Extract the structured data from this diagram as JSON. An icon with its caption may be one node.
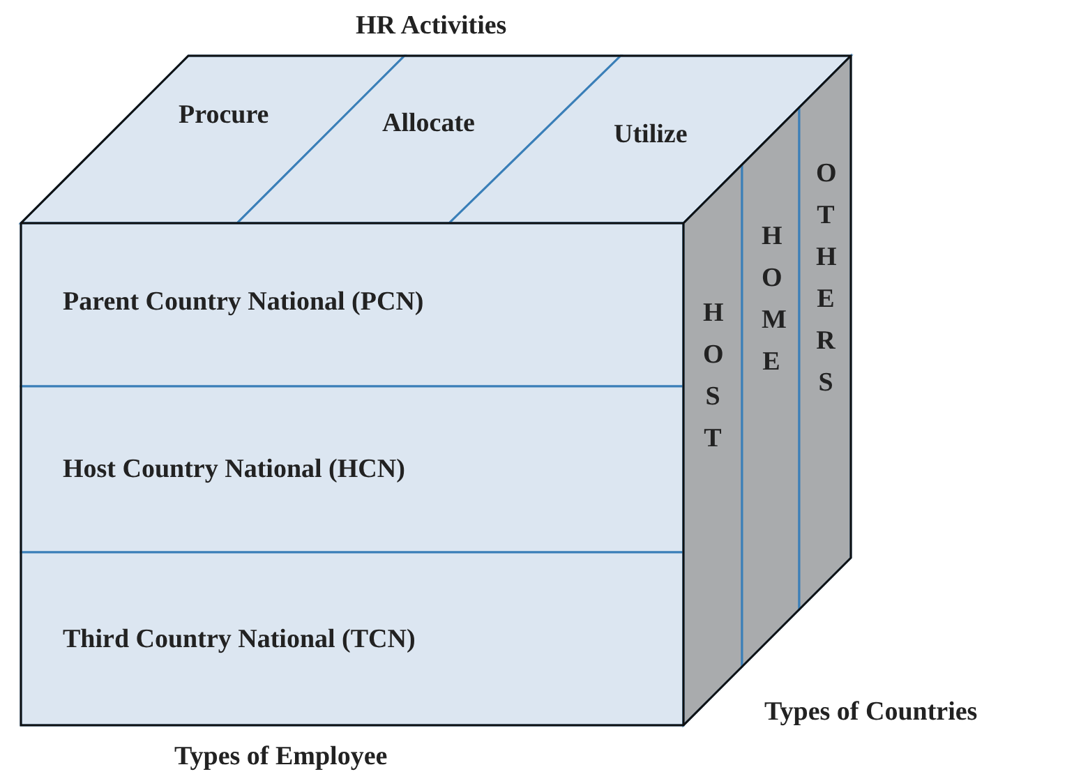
{
  "diagram": {
    "nodes": [
      {
        "text": [
          "Procure"
        ]
      },
      {
        "text": [
          "Allocate"
        ]
      },
      {
        "text": [
          "Utilize"
        ]
      },
      {
        "text": [
          "Parent Country National (PCN)"
        ]
      },
      {
        "text": [
          "Host Country National (HCN)"
        ]
      },
      {
        "text": [
          "Third Country National (TCN)"
        ]
      },
      {
        "text": [
          "HOST"
        ]
      },
      {
        "text": [
          "HOME"
        ]
      },
      {
        "text": [
          "OTHERS"
        ]
      }
    ],
    "labels": [
      "HR Activities",
      "Types of Countries",
      "Types of Employee"
    ]
  }
}
